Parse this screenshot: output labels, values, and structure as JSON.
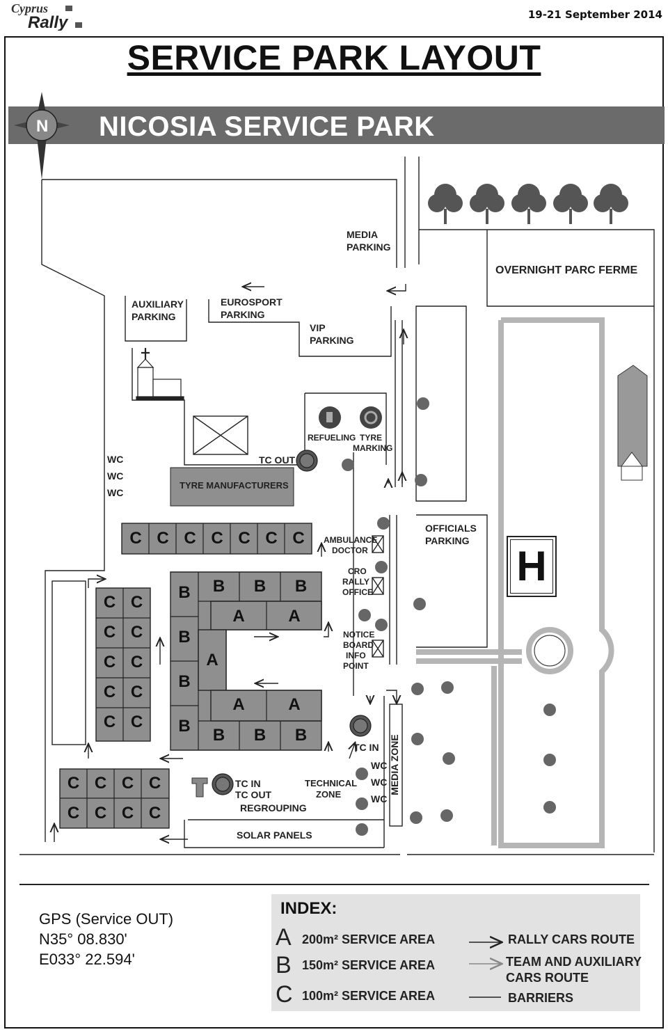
{
  "header": {
    "logo_text": "Cyprus Rally",
    "date": "19-21 September 2014"
  },
  "title": "SERVICE PARK LAYOUT",
  "banner": {
    "title": "NICOSIA SERVICE PARK",
    "compass_letter": "N"
  },
  "labels": {
    "media_parking": [
      "MEDIA",
      "PARKING"
    ],
    "overnight": "OVERNIGHT PARC FERME",
    "auxiliary": [
      "AUXILIARY",
      "PARKING"
    ],
    "eurosport": [
      "EUROSPORT",
      "PARKING"
    ],
    "vip": [
      "VIP",
      "PARKING"
    ],
    "refueling": "REFUELING",
    "tyre_marking": [
      "TYRE",
      "MARKING"
    ],
    "tc_out": "TC OUT",
    "tyre_manufacturers": "TYRE MANUFACTURERS",
    "wc": "WC",
    "ambulance": [
      "AMBULANCE",
      "DOCTOR"
    ],
    "officials": [
      "OFFICIALS",
      "PARKING"
    ],
    "cro": [
      "CRO",
      "RALLY",
      "OFFICE"
    ],
    "notice": [
      "NOTICE",
      "BOARD",
      "INFO",
      "POINT"
    ],
    "tc_in": "TC IN",
    "tc_in_out": [
      "TC IN",
      "TC OUT"
    ],
    "regrouping": "REGROUPING",
    "technical": [
      "TECHNICAL",
      "ZONE"
    ],
    "solar": "SOLAR PANELS",
    "media_zone": "MEDIA ZONE",
    "helipad": "H"
  },
  "service_letters": {
    "a": "A",
    "b": "B",
    "c": "C"
  },
  "gps": {
    "heading": "GPS (Service OUT)",
    "lat": "N35° 08.830'",
    "lon": "E033° 22.594'"
  },
  "index": {
    "title": "INDEX:",
    "areas": [
      {
        "letter": "A",
        "text": "200m² SERVICE AREA"
      },
      {
        "letter": "B",
        "text": "150m² SERVICE AREA"
      },
      {
        "letter": "C",
        "text": "100m² SERVICE AREA"
      }
    ],
    "routes": [
      {
        "text": "RALLY CARS ROUTE"
      },
      {
        "text": "TEAM AND AUXILIARY CARS ROUTE",
        "lines": [
          "TEAM AND AUXILIARY",
          "CARS ROUTE"
        ]
      },
      {
        "text": "BARRIERS"
      }
    ]
  },
  "colors": {
    "banner": "#6b6b6b",
    "block": "#8f8f8f",
    "tree": "#555555",
    "index_bg": "#e2e2e2"
  }
}
